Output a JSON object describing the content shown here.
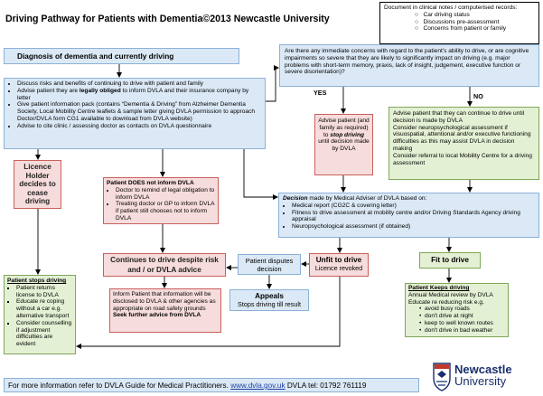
{
  "title": "Driving Pathway for Patients with Dementia©2013 Newcastle University",
  "records": {
    "heading": "Document in clinical notes / computerised records:",
    "items": [
      "Car driving status",
      "Discussions pre-assessment",
      "Concerns from patient or family"
    ]
  },
  "diagnosis": "Diagnosis of dementia and currently driving",
  "advice": {
    "items": [
      "Discuss risks and benefits of continuing to drive with patient and family",
      "Advise patient they are legally obliged to inform DVLA and their insurance company by letter",
      "Give patient information pack (contains “Dementia & Driving” from Alzheimer Dementia Society, Local Mobility Centre leaflets & sample letter giving DVLA permission to approach Doctor/DVLA form CG1 available to download from DVLA website)",
      "Advise to cite clinic / assessing doctor as contacts on DVLA questionnaire"
    ]
  },
  "concerns": "Are there any immediate concerns with regard to the patient's ability to drive, or are cognitive impairments so severe that they are likely to significantly impact on driving (e.g. major problems with short-term memory, praxis, lack of insight, judgement, executive function or severe disorientation)?",
  "yes_label": "YES",
  "no_label": "NO",
  "stop_driving_advice": "Advise patient (and family as required) to stop driving until decision made by DVLA",
  "no_advice": "Advise patient that they can continue to drive until decision is made by DVLA Consider neuropsychological assessment if visuospatial, attentional and/or executive functioning difficulties as this may assist DVLA in decision making Consider referral to local Mobility Centre for a driving assessment",
  "licence_holder": "Licence Holder decides to cease driving",
  "not_inform": {
    "heading": "Patient DOES not inform DVLA",
    "items": [
      "Doctor to remind of legal obligation to inform DVLA",
      "Treating doctor or GP to inform DVLA if patient still chooses not to inform DVLA"
    ]
  },
  "decision": {
    "heading": "Decision made by Medical Adviser of DVLA based on:",
    "items": [
      "Medical report (CG2C & covering letter)",
      "Fitness to drive assessment at mobility centre and/or Driving Standards Agency driving appraisal",
      "Neuropsychological assessment (if obtained)"
    ]
  },
  "continues": "Continues to drive despite risk and / or DVLA advice",
  "disputes": "Patient disputes decision",
  "unfit": {
    "heading": "Unfit to drive",
    "sub": "Licence revoked"
  },
  "fit": "Fit to drive",
  "stops": {
    "heading": "Patient stops driving",
    "items": [
      "Patient returns license to DVLA",
      "Educate re coping without a car e.g. alternative transport",
      "Consider counselling if adjustment difficulties are evident"
    ]
  },
  "inform_info": {
    "text": "Inform Patient that information will be disclosed to DVLA & other agencies as appropriate on road safety grounds",
    "bold": "Seek further advice from DVLA"
  },
  "appeals": {
    "heading": "Appeals",
    "sub": "Stops driving till result"
  },
  "keeps": {
    "heading": "Patient Keeps driving",
    "lines": [
      "Annual Medical review by DVLA",
      "Educate re reducing risk e.g."
    ],
    "items": [
      "avoid busy roads",
      "don't drive at night",
      "keep to well known routes",
      "don't drive in bad weather"
    ]
  },
  "footer": {
    "prefix": "For more information refer to DVLA Guide for Medical Practitioners. ",
    "link": "www.dvla.gov.uk",
    "suffix": "  DVLA tel: 01792 761119"
  },
  "logo": {
    "line1": "Newcastle",
    "line2": "University"
  },
  "colors": {
    "blue_fill": "#dbe9f6",
    "pink_fill": "#f6dcdc",
    "green_fill": "#e4f0d4",
    "red_text": "#c0392b",
    "logo_blue": "#1a2f6b"
  }
}
